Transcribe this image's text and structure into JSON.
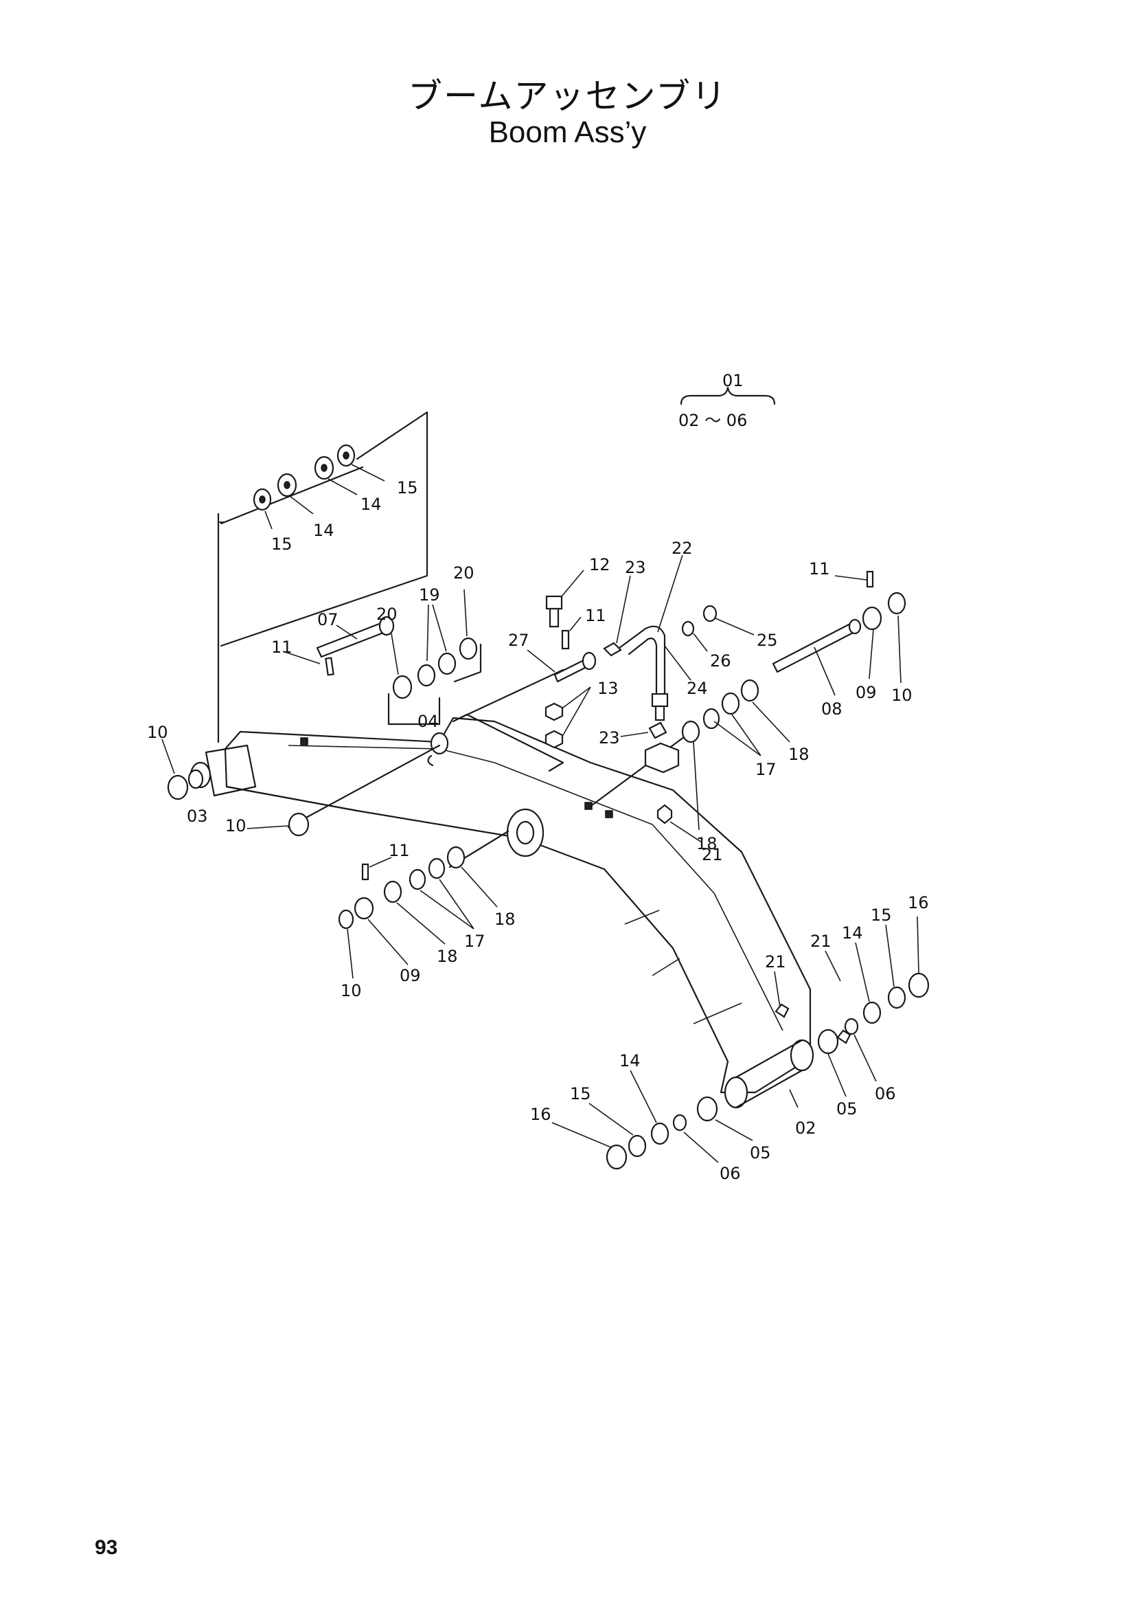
{
  "title": {
    "japanese": "ブームアッセンブリ",
    "english": "Boom Ass’y"
  },
  "page_number": "93",
  "assembly_group": {
    "top": "01",
    "range": "02 ～ 06"
  },
  "callouts": [
    {
      "id": "c15a",
      "text": "15"
    },
    {
      "id": "c14a",
      "text": "14"
    },
    {
      "id": "c14b",
      "text": "14"
    },
    {
      "id": "c15b",
      "text": "15"
    },
    {
      "id": "c07",
      "text": "07"
    },
    {
      "id": "c11a",
      "text": "11"
    },
    {
      "id": "c20a",
      "text": "20"
    },
    {
      "id": "c19",
      "text": "19"
    },
    {
      "id": "c20b",
      "text": "20"
    },
    {
      "id": "c04",
      "text": "04"
    },
    {
      "id": "c10a",
      "text": "10"
    },
    {
      "id": "c03",
      "text": "03"
    },
    {
      "id": "c10b",
      "text": "10"
    },
    {
      "id": "c12",
      "text": "12"
    },
    {
      "id": "c11b",
      "text": "11"
    },
    {
      "id": "c27",
      "text": "27"
    },
    {
      "id": "c13",
      "text": "13"
    },
    {
      "id": "c23a",
      "text": "23"
    },
    {
      "id": "c22",
      "text": "22"
    },
    {
      "id": "c24",
      "text": "24"
    },
    {
      "id": "c23b",
      "text": "23"
    },
    {
      "id": "c26",
      "text": "26"
    },
    {
      "id": "c25",
      "text": "25"
    },
    {
      "id": "c11c",
      "text": "11"
    },
    {
      "id": "c10c",
      "text": "10"
    },
    {
      "id": "c09a",
      "text": "09"
    },
    {
      "id": "c08",
      "text": "08"
    },
    {
      "id": "c18a",
      "text": "18"
    },
    {
      "id": "c17a",
      "text": "17"
    },
    {
      "id": "c18b",
      "text": "18"
    },
    {
      "id": "c21a",
      "text": "21"
    },
    {
      "id": "c11d",
      "text": "11"
    },
    {
      "id": "c18c",
      "text": "18"
    },
    {
      "id": "c17b",
      "text": "17"
    },
    {
      "id": "c18d",
      "text": "18"
    },
    {
      "id": "c09b",
      "text": "09"
    },
    {
      "id": "c10d",
      "text": "10"
    },
    {
      "id": "c21b",
      "text": "21"
    },
    {
      "id": "c21c",
      "text": "21"
    },
    {
      "id": "c14c",
      "text": "14"
    },
    {
      "id": "c15c",
      "text": "15"
    },
    {
      "id": "c16a",
      "text": "16"
    },
    {
      "id": "c05a",
      "text": "05"
    },
    {
      "id": "c06a",
      "text": "06"
    },
    {
      "id": "c02",
      "text": "02"
    },
    {
      "id": "c14d",
      "text": "14"
    },
    {
      "id": "c15d",
      "text": "15"
    },
    {
      "id": "c16b",
      "text": "16"
    },
    {
      "id": "c05b",
      "text": "05"
    },
    {
      "id": "c06b",
      "text": "06"
    }
  ]
}
